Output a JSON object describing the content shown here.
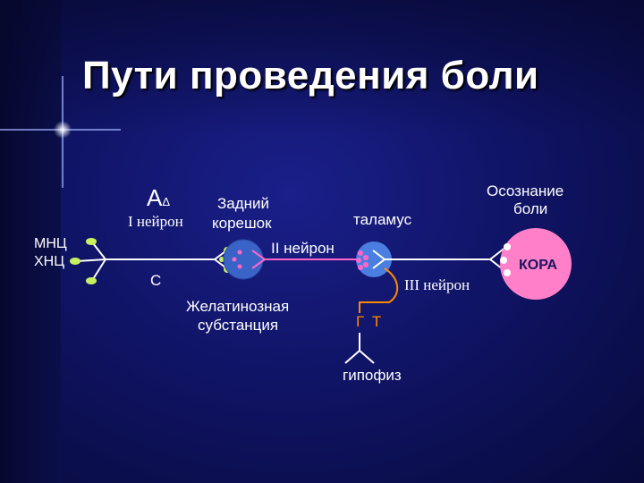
{
  "title": "Пути проведения боли",
  "labels": {
    "a_delta": "А",
    "delta_sub": "Δ",
    "neuron1": "I нейрон",
    "dorsal_root_1": "Задний",
    "dorsal_root_2": "корешок",
    "thalamus": "таламус",
    "awareness_1": "Осознание",
    "awareness_2": "боли",
    "mnc": "МНЦ",
    "hnc": "ХНЦ",
    "neuron2": "II нейрон",
    "cortex": "КОРА",
    "c_fiber": "С",
    "neuron3": "III нейрон",
    "gelatinous_1": "Желатинозная",
    "gelatinous_2": "субстанция",
    "gt": "Г Т",
    "hypophysis": "гипофиз"
  },
  "colors": {
    "fiber": "#ffffff",
    "receptor_cap": "#c8f060",
    "neuron2_body": "#3a63c8",
    "neuron2_tract": "#ff66cc",
    "thalamus_body": "#4a7ee0",
    "cortex": "#ff80c8",
    "hypothalamic_tract": "#ff8a00"
  }
}
